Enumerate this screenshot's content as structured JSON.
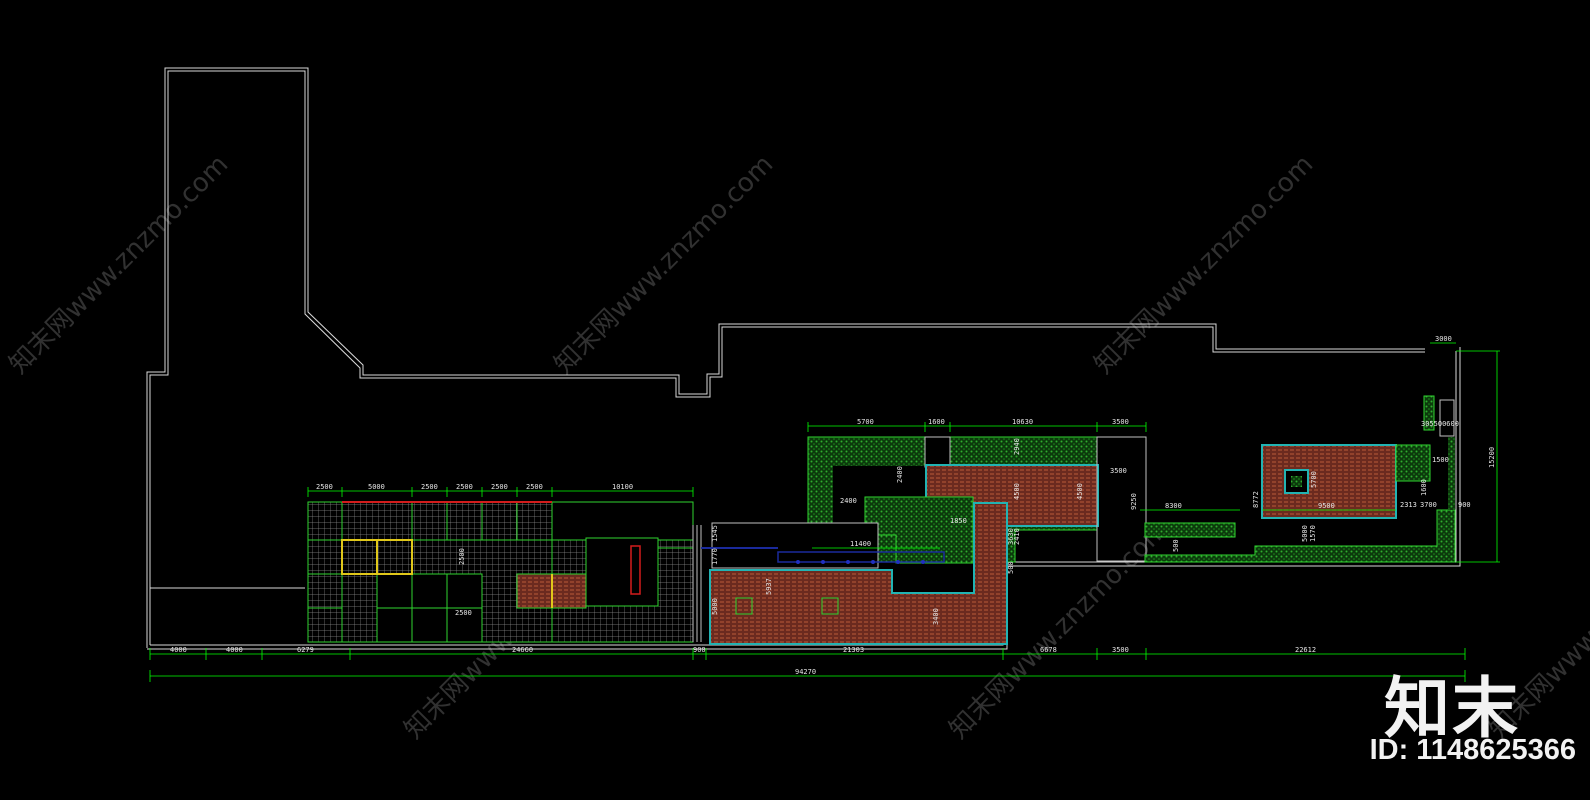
{
  "drawing": {
    "colors": {
      "background": "#000000",
      "outline": "#d9d9d9",
      "dimension": "#00ff00",
      "hatch_green": "#1f8c1f",
      "wood_red": "#8b3a2a",
      "cyan_border": "#22b3b3",
      "water_blue": "#1a2a9c",
      "yellow": "#e0c81a",
      "red_line": "#d21c1c"
    },
    "dims_top_left": [
      "2500",
      "5000",
      "2500",
      "2500",
      "2500",
      "2500",
      "10100"
    ],
    "dims_top_mid": [
      "5700",
      "1600",
      "10630",
      "3500"
    ],
    "dims_inner_mid": [
      "3500",
      "2400",
      "2400",
      "11400",
      "1850",
      "4500",
      "4500",
      "2940",
      "3630",
      "2410",
      "9250"
    ],
    "dims_inner_right": [
      "8300",
      "8772",
      "5700",
      "9500",
      "2313",
      "3700",
      "1500",
      "1600",
      "500",
      "305500600",
      "1570",
      "900",
      "5000"
    ],
    "dims_inner_left": [
      "2500",
      "2500",
      "1545",
      "1770",
      "5937",
      "5000",
      "3400",
      "500"
    ],
    "dims_right_top": "3000",
    "dims_right_side": "15200",
    "dims_bottom": [
      "4000",
      "4000",
      "6279",
      "24660",
      "900",
      "21303",
      "6678",
      "3500",
      "22612"
    ],
    "dim_total": "94270",
    "watermark_text": "知末网www.znzmo.com",
    "brand": "知末",
    "doc_id": "ID: 1148625366"
  }
}
